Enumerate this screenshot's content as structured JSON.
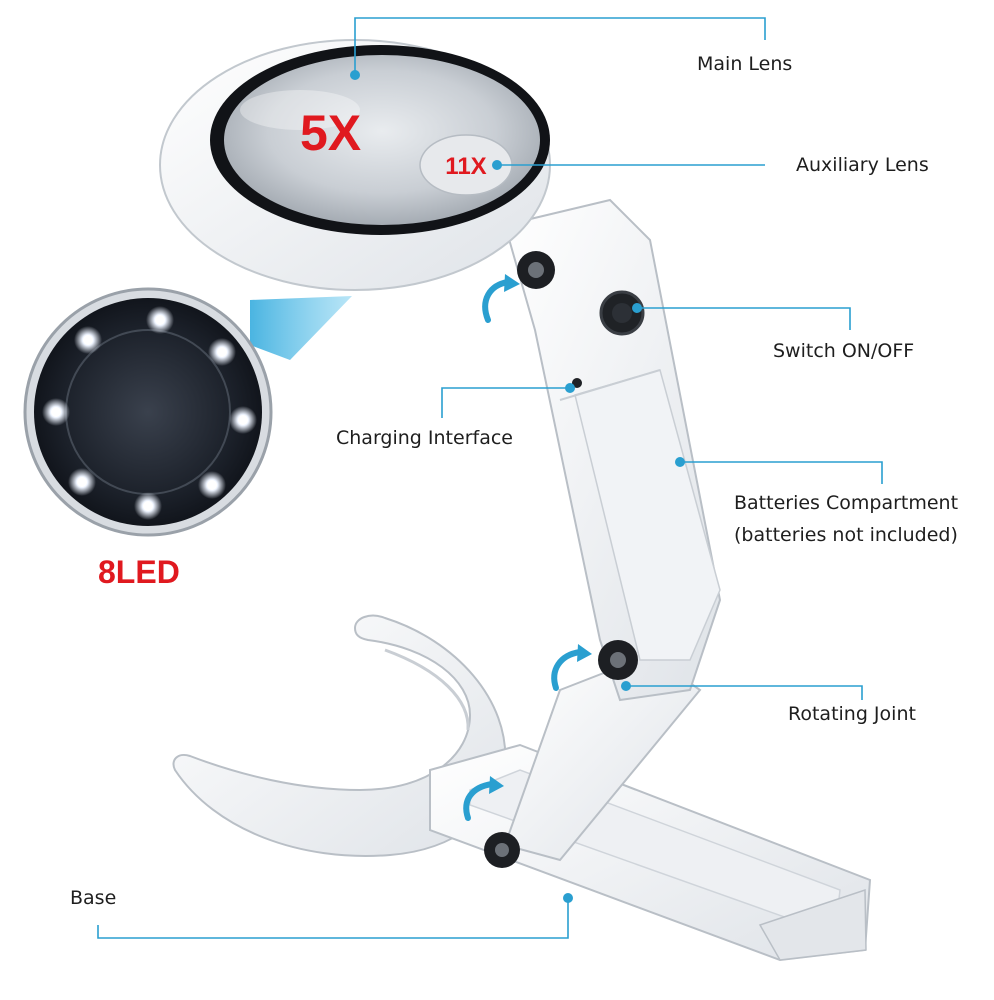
{
  "callouts": {
    "main_lens": "Main Lens",
    "auxiliary_lens": "Auxiliary Lens",
    "switch": "Switch ON/OFF",
    "charging": "Charging Interface",
    "batteries_line1": "Batteries Compartment",
    "batteries_line2": "(batteries not included)",
    "rotating_joint": "Rotating Joint",
    "base": "Base"
  },
  "magnification": {
    "main": "5X",
    "auxiliary": "11X"
  },
  "led": {
    "label": "8LED"
  },
  "icons": [
    "rotate-arrow-icon",
    "led-light-icon",
    "power-button-icon"
  ],
  "colors": {
    "leader_line": "#2a9fd0",
    "accent_red": "#e0191f",
    "product_white": "#f5f6f8",
    "led_glow": "#ffffff",
    "led_background": "#1a1f2a"
  }
}
